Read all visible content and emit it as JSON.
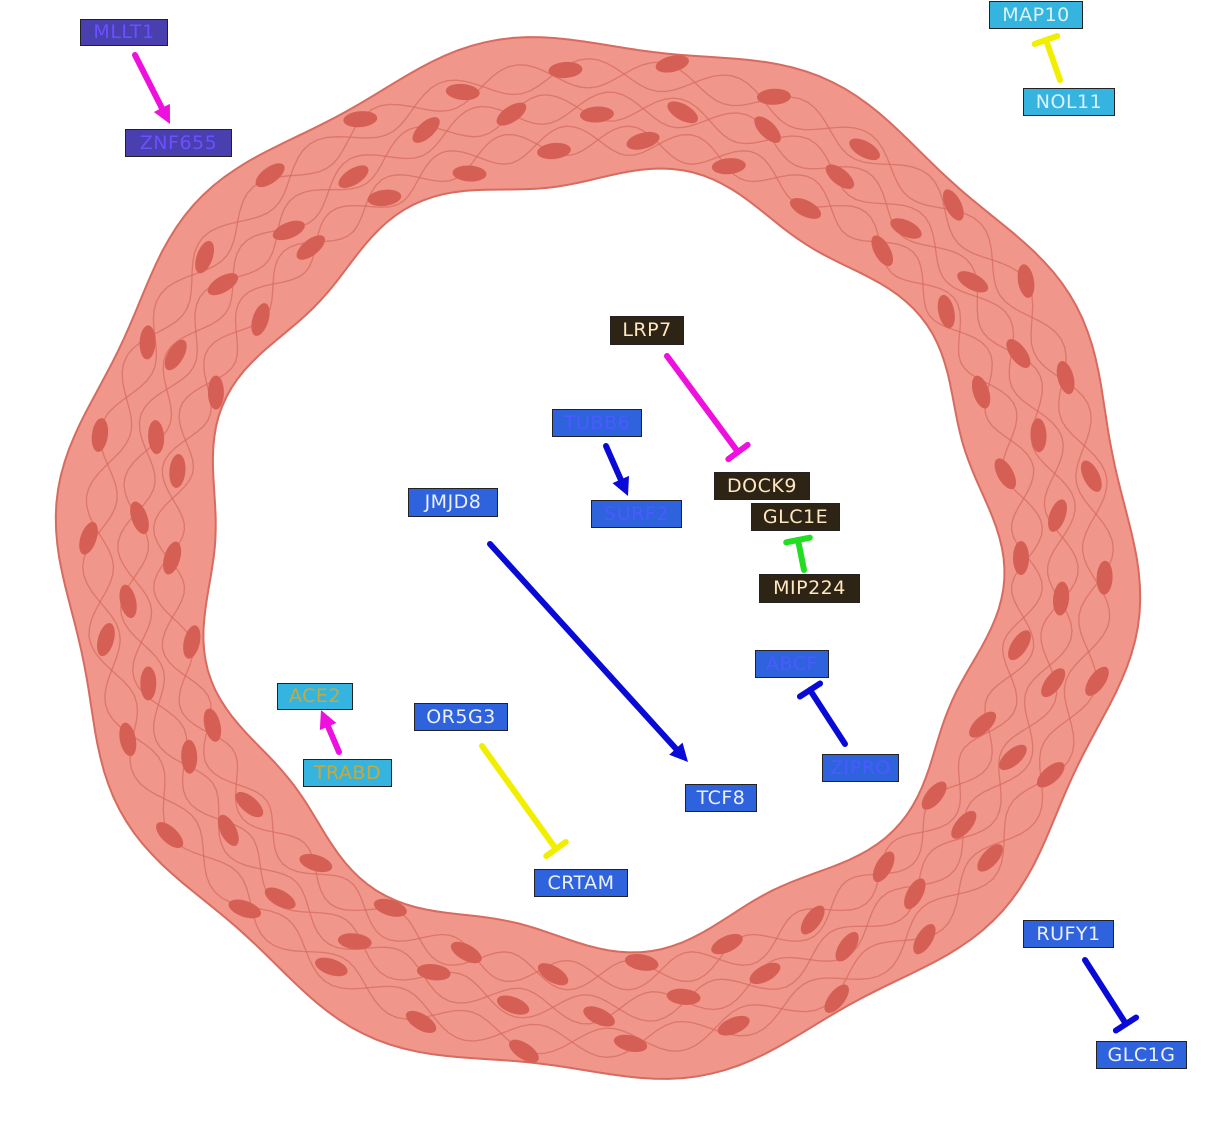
{
  "palette": {
    "tissue_fill": "#f0968a",
    "tissue_stroke": "#d76b60",
    "nucleus": "#d65f55",
    "arrow_magenta": "#ee11dd",
    "arrow_yellow": "#f2ee00",
    "arrow_green": "#22dd22",
    "arrow_blue": "#0a0ad6"
  },
  "nodes": [
    {
      "id": "mllt1",
      "label": "MLLT1",
      "bg": "#4a3fae",
      "fg": "#6a50ff"
    },
    {
      "id": "znf655",
      "label": "ZNF655",
      "bg": "#4a3fae",
      "fg": "#6a50ff"
    },
    {
      "id": "map10",
      "label": "MAP10",
      "bg": "#36b4e0",
      "fg": "#d8f2ff"
    },
    {
      "id": "nol11",
      "label": "NOL11",
      "bg": "#36b4e0",
      "fg": "#d8f2ff"
    },
    {
      "id": "lrp7",
      "label": "LRP7",
      "bg": "#2e2415",
      "fg": "#ffe7c2"
    },
    {
      "id": "dock9",
      "label": "DOCK9",
      "bg": "#2e2415",
      "fg": "#ffe7c2"
    },
    {
      "id": "glc1e",
      "label": "GLC1E",
      "bg": "#2e2415",
      "fg": "#ffe7c2"
    },
    {
      "id": "mip224",
      "label": "MIP224",
      "bg": "#2e2415",
      "fg": "#ffe7c2"
    },
    {
      "id": "tubb6",
      "label": "TUBB6",
      "bg": "#2f62dd",
      "fg": "#4b5aff"
    },
    {
      "id": "surf2",
      "label": "SURF2",
      "bg": "#2f62dd",
      "fg": "#4b5aff"
    },
    {
      "id": "jmjd8",
      "label": "JMJD8",
      "bg": "#2f62dd",
      "fg": "#eaf0ff"
    },
    {
      "id": "tcf8",
      "label": "TCF8",
      "bg": "#2f62dd",
      "fg": "#eaf0ff"
    },
    {
      "id": "or5g3",
      "label": "OR5G3",
      "bg": "#2f62dd",
      "fg": "#eaf0ff"
    },
    {
      "id": "crtam",
      "label": "CRTAM",
      "bg": "#2f62dd",
      "fg": "#eaf0ff"
    },
    {
      "id": "ace2",
      "label": "ACE2",
      "bg": "#36b4e0",
      "fg": "#c9a83a"
    },
    {
      "id": "trabd",
      "label": "TRABD",
      "bg": "#36b4e0",
      "fg": "#c9a83a"
    },
    {
      "id": "abcf",
      "label": "ABCF",
      "bg": "#2f62dd",
      "fg": "#4b5aff"
    },
    {
      "id": "zipro",
      "label": "ZIPRO",
      "bg": "#2f62dd",
      "fg": "#4b5aff"
    },
    {
      "id": "rufy1",
      "label": "RUFY1",
      "bg": "#2f62dd",
      "fg": "#eaf0ff"
    },
    {
      "id": "glc1g",
      "label": "GLC1G",
      "bg": "#2f62dd",
      "fg": "#eaf0ff"
    }
  ],
  "edges": [
    {
      "from": "mllt1",
      "to": "znf655",
      "type": "activation",
      "color": "#ee11dd"
    },
    {
      "from": "nol11",
      "to": "map10",
      "type": "inhibition",
      "color": "#f2ee00"
    },
    {
      "from": "lrp7",
      "to": "dock9",
      "type": "inhibition",
      "color": "#ee11dd"
    },
    {
      "from": "mip224",
      "to": "glc1e",
      "type": "inhibition",
      "color": "#22dd22"
    },
    {
      "from": "tubb6",
      "to": "surf2",
      "type": "activation",
      "color": "#0a0ad6"
    },
    {
      "from": "jmjd8",
      "to": "tcf8",
      "type": "activation",
      "color": "#0a0ad6"
    },
    {
      "from": "trabd",
      "to": "ace2",
      "type": "activation",
      "color": "#ee11dd"
    },
    {
      "from": "or5g3",
      "to": "crtam",
      "type": "inhibition",
      "color": "#f2ee00"
    },
    {
      "from": "zipro",
      "to": "abcf",
      "type": "inhibition",
      "color": "#0a0ad6"
    },
    {
      "from": "rufy1",
      "to": "glc1g",
      "type": "inhibition",
      "color": "#0a0ad6"
    }
  ]
}
